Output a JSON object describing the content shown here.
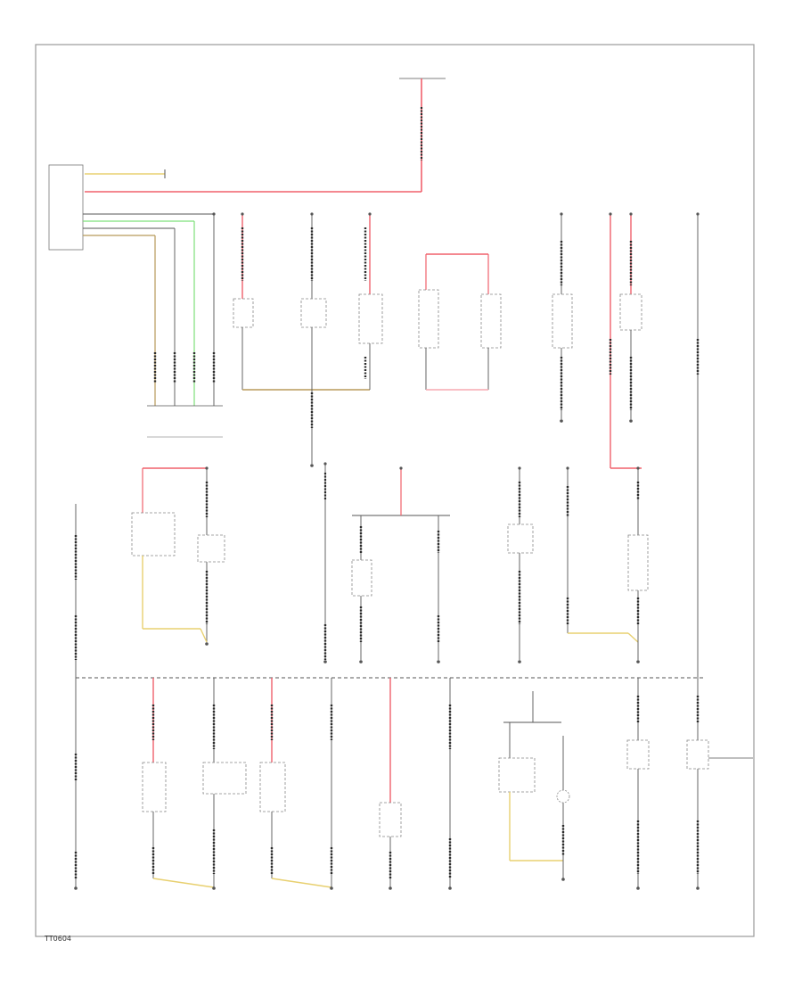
{
  "footer": {
    "code": "TT0604"
  },
  "colors": {
    "wire_black": "#2b2b2b",
    "wire_red": "#f0606c",
    "wire_pink": "#f7a8b0",
    "wire_yellow": "#e8d070",
    "wire_tan": "#b89a5a",
    "wire_green": "#7ee07a",
    "wire_gray": "#9a9a9a",
    "frame": "#9a9a9a"
  },
  "icons": [
    "ground-symbol",
    "switch-symbol",
    "connector-symbol"
  ]
}
